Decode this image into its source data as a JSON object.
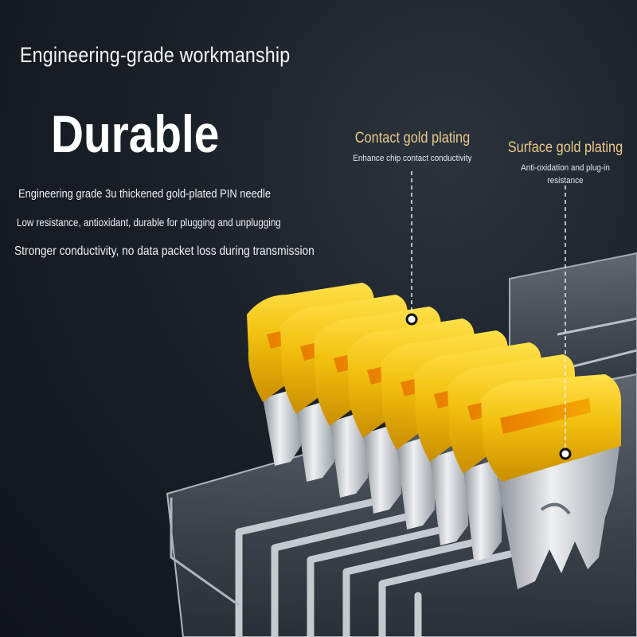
{
  "headline": "Engineering-grade workmanship",
  "title": "Durable",
  "features": [
    "Engineering grade 3u thickened gold-plated PIN needle",
    "Low resistance, antioxidant, durable for plugging and unplugging",
    "Stronger conductivity, no data packet loss during transmission"
  ],
  "callouts": [
    {
      "title": "Contact gold plating",
      "description": "Enhance chip contact conductivity"
    },
    {
      "title": "Surface gold plating",
      "description": "Anti-oxidation and plug-in resistance"
    }
  ],
  "colors": {
    "gold": "#f2c00e",
    "silver": "#c9cdd2",
    "accent_text": "#e9c98a"
  }
}
